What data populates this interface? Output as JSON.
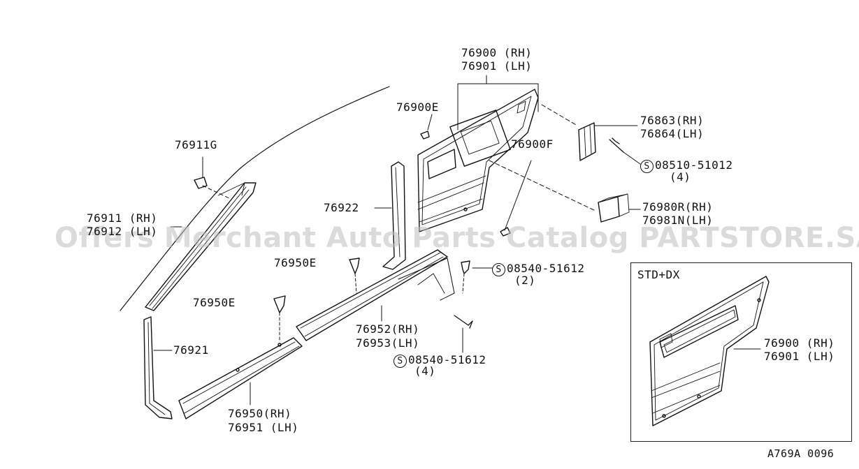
{
  "watermark": "Offers Merchant Auto Parts Catalog PARTSTORE.SA",
  "figure_code": "A769A 0096",
  "inset_title": "STD+DX",
  "labels": {
    "trim_rh": "76900 (RH)",
    "trim_lh": "76901 (LH)",
    "clip_e": "76900E",
    "clip_f": "76900F",
    "bracket_rh": "76863(RH)",
    "bracket_lh": "76864(LH)",
    "screw1_part": "08510-51012",
    "screw1_qty": "(4)",
    "pocket_rh": "76980R(RH)",
    "pocket_lh": "76981N(LH)",
    "clip_g": "76911G",
    "pillar_rh": "76911 (RH)",
    "pillar_lh": "76912 (LH)",
    "weatherstrip_922": "76922",
    "clip_950e_a": "76950E",
    "clip_950e_b": "76950E",
    "screw2_part": "08540-51612",
    "screw2_qty": "(2)",
    "sill_rear_rh": "76952(RH)",
    "sill_rear_lh": "76953(LH)",
    "screw3_part": "08540-51612",
    "screw3_qty": "(4)",
    "weatherstrip_921": "76921",
    "sill_front_rh": "76950(RH)",
    "sill_front_lh": "76951 (LH)",
    "inset_rh": "76900 (RH)",
    "inset_lh": "76901 (LH)",
    "s_symbol": "S"
  }
}
